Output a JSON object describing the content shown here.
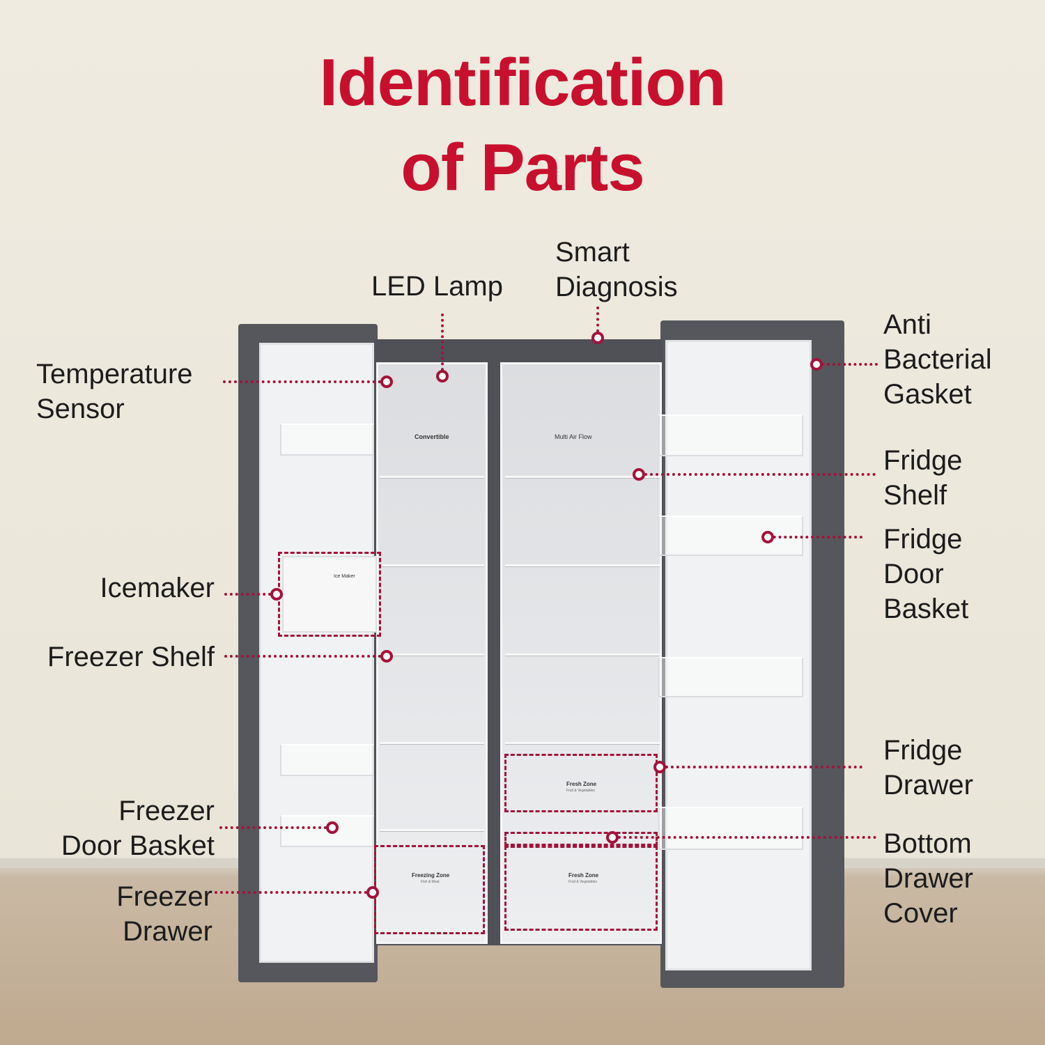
{
  "title": {
    "line1": "Identification",
    "line2": "of Parts"
  },
  "callouts": {
    "temperature_sensor": "Temperature\nSensor",
    "led_lamp": "LED Lamp",
    "smart_diagnosis": "Smart\nDiagnosis",
    "anti_bacterial_gasket": "Anti\nBacterial\nGasket",
    "fridge_shelf": "Fridge\nShelf",
    "fridge_door_basket": "Fridge\nDoor\nBasket",
    "icemaker": "Icemaker",
    "freezer_shelf": "Freezer Shelf",
    "freezer_door_basket": "Freezer\nDoor Basket",
    "freezer_drawer": "Freezer\nDrawer",
    "fridge_drawer": "Fridge\nDrawer",
    "bottom_drawer_cover": "Bottom\nDrawer\nCover"
  },
  "fridge_labels": {
    "convertible": "Convertible",
    "multi_air_flow": "Multi Air Flow",
    "ice_maker": "Ice Maker",
    "freezing_zone": "Freezing Zone",
    "freezing_zone_sub": "Fish & Meat",
    "fresh_zone_top": "Fresh Zone",
    "fresh_zone_top_sub": "Fruit & Vegetables",
    "fresh_zone_bottom": "Fresh Zone",
    "fresh_zone_bottom_sub": "Fruit & Vegetables"
  },
  "colors": {
    "title": "#c8102e",
    "callout": "#a3123a"
  }
}
